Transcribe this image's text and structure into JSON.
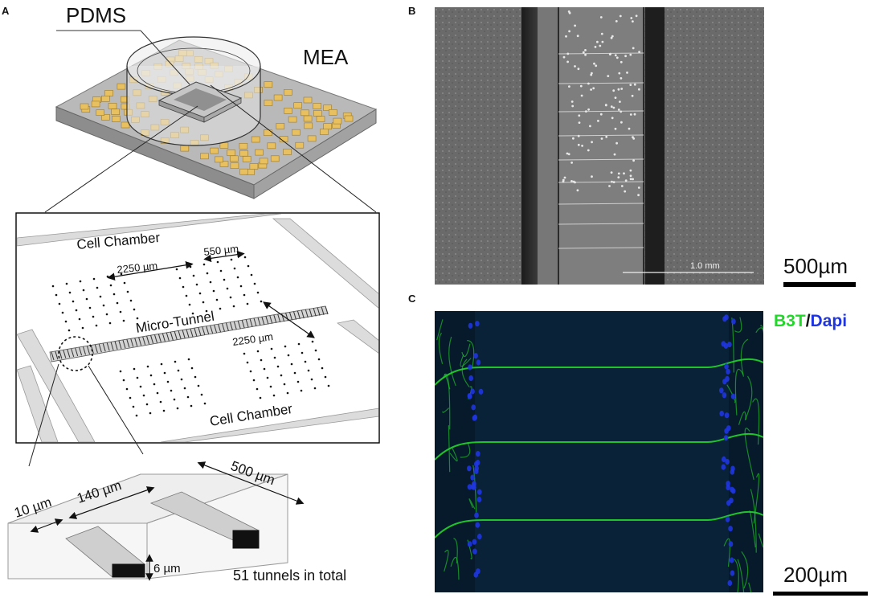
{
  "panel_a": {
    "letter": "A",
    "label_pdms": "PDMS",
    "label_mea": "MEA",
    "cell_chamber_top": "Cell Chamber",
    "cell_chamber_bottom": "Cell Chamber",
    "micro_tunnel": "Micro-Tunnel",
    "dim_2250_a": "2250 µm",
    "dim_550": "550 µm",
    "dim_2250_b": "2250 µm",
    "dim_10": "10 µm",
    "dim_140": "140 µm",
    "dim_500": "500 µm",
    "dim_6": "6 µm",
    "tunnels_total": "51 tunnels in total"
  },
  "panel_b": {
    "letter": "B",
    "inset_scale": "1.0 mm",
    "scale_label": "500µm"
  },
  "panel_c": {
    "letter": "C",
    "stain_1": "B3T",
    "separator": "/",
    "stain_2": "Dapi",
    "scale_label": "200µm"
  },
  "colors": {
    "b3t_green": "#22d62a",
    "dapi_blue": "#1f35e0",
    "pad_gold": "#e8c060",
    "chip_gray": "#b9b9b9"
  }
}
